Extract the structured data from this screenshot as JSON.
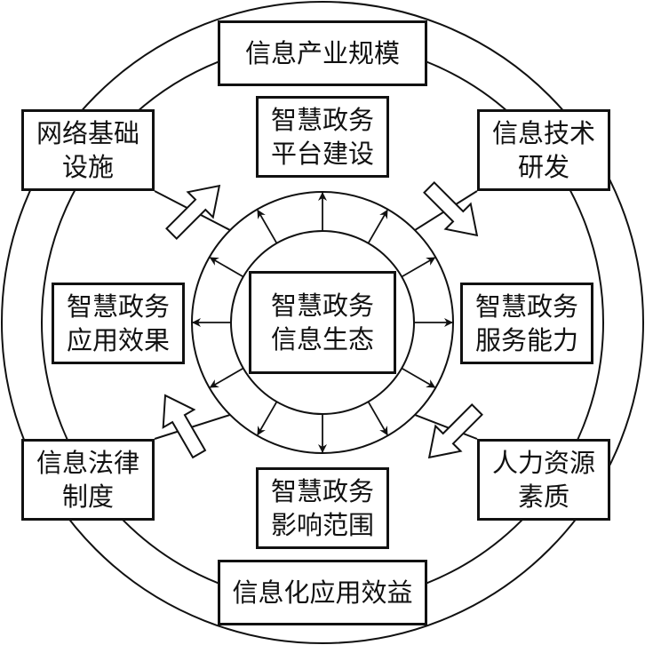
{
  "center": {
    "label": "智慧政务\n信息生态"
  },
  "inner_ring": [
    {
      "id": "platform",
      "label": "智慧政务\n平台建设"
    },
    {
      "id": "service",
      "label": "智慧政务\n服务能力"
    },
    {
      "id": "scope",
      "label": "智慧政务\n影响范围"
    },
    {
      "id": "effect",
      "label": "智慧政务\n应用效果"
    }
  ],
  "outer_ring": [
    {
      "id": "industry-scale",
      "label": "信息产业规模"
    },
    {
      "id": "tech-rd",
      "label": "信息技术\n研发"
    },
    {
      "id": "human-resources",
      "label": "人力资源\n素质"
    },
    {
      "id": "app-benefit",
      "label": "信息化应用效益"
    },
    {
      "id": "law",
      "label": "信息法律\n制度"
    },
    {
      "id": "network",
      "label": "网络基础\n设施"
    }
  ],
  "colors": {
    "stroke": "#111111",
    "background": "#ffffff"
  }
}
